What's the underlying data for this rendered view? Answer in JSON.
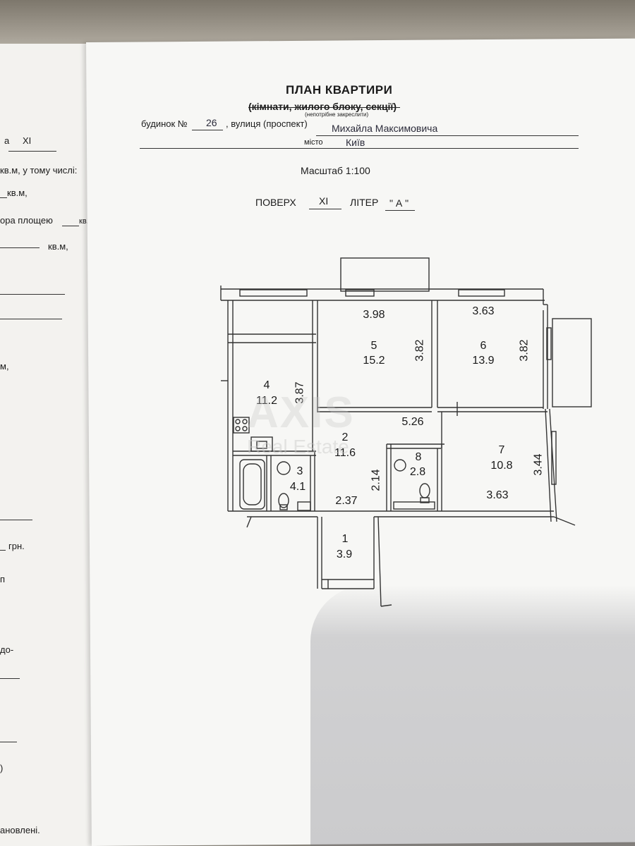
{
  "header": {
    "title": "ПЛАН КВАРТИРИ",
    "subtitle": "(кімнати, жилого блоку, секції)",
    "subtitle_hint": "(непотрібне закреслити)",
    "house_label": "будинок №",
    "house_number": "26",
    "street_label": ", вулиця (проспект)",
    "street_value": "Михайла Максимовича",
    "city_label": "місто",
    "city_value": "Київ",
    "scale": "Масштаб 1:100",
    "floor_label": "ПОВЕРХ",
    "floor_value": "XI",
    "liter_label": "ЛІТЕР",
    "liter_value": "\" А \""
  },
  "left_page": {
    "line1_prefix": "а",
    "line1_value": "XI",
    "line2": "кв.м, у тому числі:",
    "line3": "кв.м,",
    "line4": "ора площею",
    "line4_unit": "кв.м,",
    "line5": "кв.м,",
    "line6": "м,",
    "line7": "грн.",
    "line8": "п",
    "line9": "до-",
    "line10": ")",
    "line11": "ановлені."
  },
  "rooms": [
    {
      "num": "1",
      "area": "3.9"
    },
    {
      "num": "2",
      "area": "11.6"
    },
    {
      "num": "3",
      "area": "4.1"
    },
    {
      "num": "4",
      "area": "11.2"
    },
    {
      "num": "5",
      "area": "15.2"
    },
    {
      "num": "6",
      "area": "13.9"
    },
    {
      "num": "7",
      "area": "10.8"
    },
    {
      "num": "8",
      "area": "2.8"
    }
  ],
  "dimensions": {
    "room5_width": "3.98",
    "room5_depth": "3.82",
    "room6_width": "3.63",
    "room6_depth": "3.82",
    "room4_depth": "3.87",
    "corridor_length": "5.26",
    "corridor_depth": "2.14",
    "corridor_width": "2.37",
    "room7_depth": "3.44",
    "room7_width": "3.63"
  },
  "watermark": {
    "brand": "AXIS",
    "sub": "Real Estate"
  }
}
